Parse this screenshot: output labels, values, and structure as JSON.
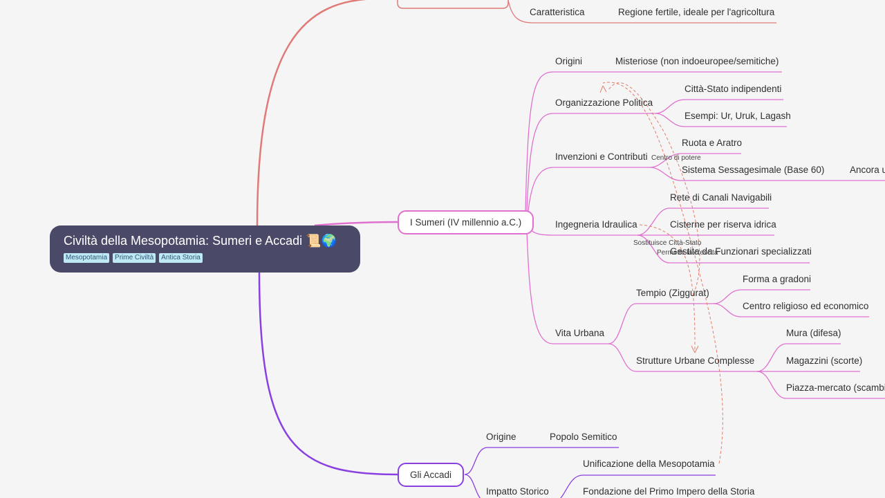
{
  "root": {
    "title": "Civiltà della Mesopotamia: Sumeri e Accadi 📜🌍",
    "tags": [
      "Mesopotamia",
      "Prime Civiltà",
      "Antica Storia"
    ]
  },
  "top_branch": {
    "caratteristica_label": "Caratteristica",
    "caratteristica_value": "Regione fertile, ideale per l'agricoltura"
  },
  "sumeri": {
    "label": "I Sumeri (IV millennio a.C.)",
    "origini": {
      "label": "Origini",
      "value": "Misteriose (non indoeuropee/semitiche)"
    },
    "organizzazione": {
      "label": "Organizzazione Politica",
      "items": [
        "Città-Stato indipendenti",
        "Esempi: Ur, Uruk, Lagash"
      ]
    },
    "invenzioni": {
      "label": "Invenzioni e Contributi",
      "items": [
        "Ruota e Aratro",
        "Sistema Sessagesimale (Base 60)"
      ],
      "extra": "Ancora u"
    },
    "ingegneria": {
      "label": "Ingegneria Idraulica",
      "items": [
        "Rete di Canali Navigabili",
        "Cisterne per riserva idrica",
        "Gestita da Funzionari specializzati"
      ]
    },
    "vita_urbana": {
      "label": "Vita Urbana",
      "tempio": {
        "label": "Tempio (Ziggurat)",
        "items": [
          "Forma a gradoni",
          "Centro religioso ed economico"
        ]
      },
      "strutture": {
        "label": "Strutture Urbane Complesse",
        "items": [
          "Mura (difesa)",
          "Magazzini (scorte)",
          "Piazza-mercato (scambi)"
        ]
      }
    }
  },
  "relations": {
    "centro": "Centro di potere",
    "sostituisce": "Sostituisce Città-Stato",
    "permette": "Permette la crescita"
  },
  "accadi": {
    "label": "Gli Accadi",
    "origine": {
      "label": "Origine",
      "value": "Popolo Semitico"
    },
    "impatto": {
      "label": "Impatto Storico",
      "items": [
        "Unificazione della Mesopotamia",
        "Fondazione del Primo Impero della Storia"
      ]
    }
  },
  "colors": {
    "red_branch": "#e07a78",
    "pink_branch": "#e070cf",
    "purple_branch": "#8a3fe0",
    "relation_arrow": "#e27d67",
    "root_bg": "#4a4a68",
    "tag_bg": "#bfe9f5"
  }
}
